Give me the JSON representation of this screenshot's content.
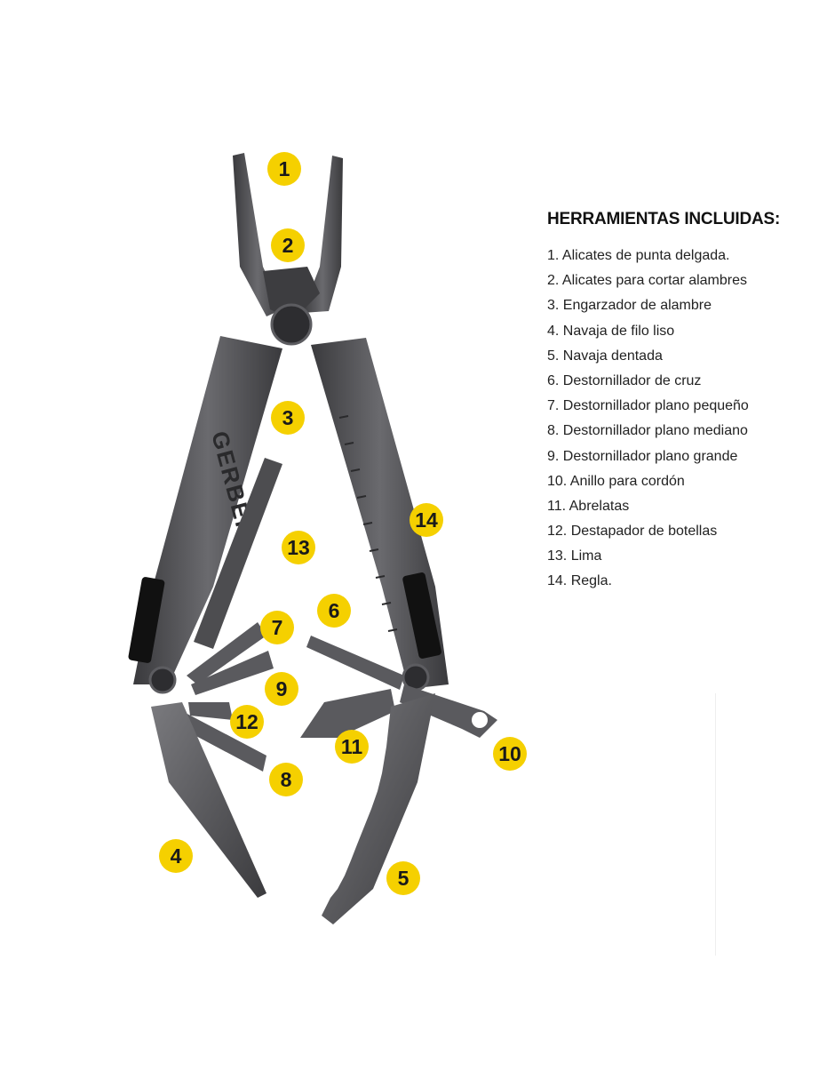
{
  "colors": {
    "badge": "#f5d000",
    "metal_dark": "#2f2f31",
    "metal_mid": "#4a4a4d",
    "metal_light": "#6e6e72",
    "grip": "#111111"
  },
  "diagram": {
    "brand": "GERBER",
    "badges": [
      "1",
      "2",
      "3",
      "4",
      "5",
      "6",
      "7",
      "8",
      "9",
      "10",
      "11",
      "12",
      "13",
      "14"
    ]
  },
  "panel": {
    "title": "HERRAMIENTAS INCLUIDAS:",
    "items": [
      "1. Alicates de punta delgada.",
      "2. Alicates para cortar alambres",
      "3. Engarzador de alambre",
      "4. Navaja de filo liso",
      "5. Navaja dentada",
      "6. Destornillador de cruz",
      "7. Destornillador plano pequeño",
      "8. Destornillador plano mediano",
      "9. Destornillador plano grande",
      "10. Anillo para cordón",
      "11. Abrelatas",
      "12. Destapador de botellas",
      "13. Lima",
      "14. Regla."
    ]
  }
}
